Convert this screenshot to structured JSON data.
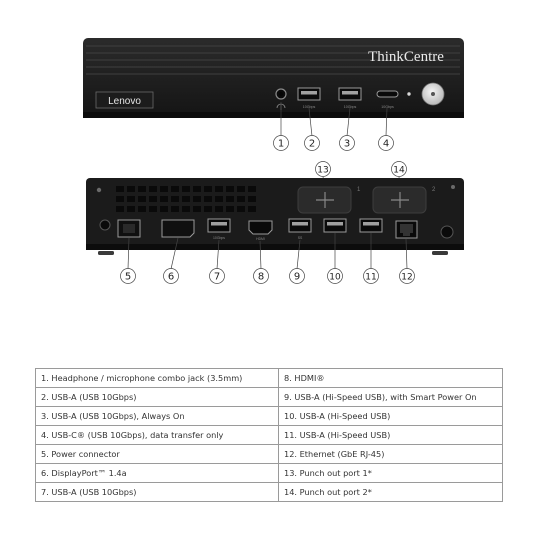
{
  "brand": {
    "left_logo": "Lenovo",
    "right_logo": "ThinkCentre"
  },
  "front_port_labels": {
    "usb_a_1": "10Gbps",
    "usb_a_2": "10Gbps",
    "usb_c": "10Gbps"
  },
  "rear_port_labels": {
    "usb_a_1": "10Gbps",
    "hdmi": "HDMI",
    "usb_a_hs_1": "SS",
    "punch_1": "1",
    "punch_2": "2"
  },
  "callouts": {
    "front": [
      "1",
      "2",
      "3",
      "4"
    ],
    "punch": [
      "13",
      "14"
    ],
    "rear": [
      "5",
      "6",
      "7",
      "8",
      "9",
      "10",
      "11",
      "12"
    ]
  },
  "legend": [
    [
      "1.  Headphone / microphone combo jack (3.5mm)",
      "8.  HDMI®"
    ],
    [
      "2.  USB-A (USB 10Gbps)",
      "9.  USB-A (Hi-Speed USB), with Smart Power On"
    ],
    [
      "3.  USB-A (USB 10Gbps), Always On",
      "10. USB-A (Hi-Speed USB)"
    ],
    [
      "4.  USB-C® (USB 10Gbps), data transfer only",
      "11.  USB-A (Hi-Speed USB)"
    ],
    [
      "5.  Power connector",
      "12. Ethernet (GbE RJ-45)"
    ],
    [
      "6.  DisplayPort™ 1.4a",
      "13. Punch out port 1*"
    ],
    [
      "7.  USB-A (USB 10Gbps)",
      "14. Punch out port 2*"
    ]
  ]
}
